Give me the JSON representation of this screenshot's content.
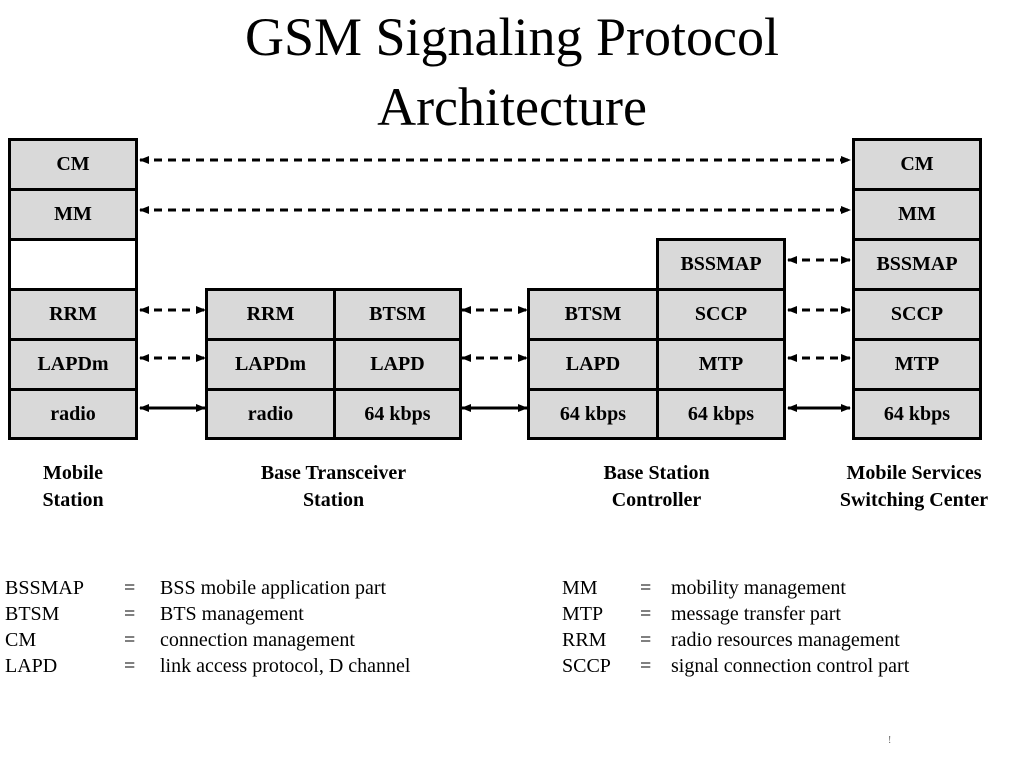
{
  "title": {
    "line1": "GSM Signaling Protocol",
    "line2": "Architecture"
  },
  "stacks": {
    "ms": {
      "cm": "CM",
      "mm": "MM",
      "empty": "",
      "rrm": "RRM",
      "lapdm": "LAPDm",
      "radio": "radio"
    },
    "bts_left": {
      "rrm": "RRM",
      "lapdm": "LAPDm",
      "radio": "radio"
    },
    "bts_right": {
      "btsm": "BTSM",
      "lapd": "LAPD",
      "kbps": "64 kbps"
    },
    "bsc_left": {
      "btsm": "BTSM",
      "lapd": "LAPD",
      "kbps": "64 kbps"
    },
    "bsc_right": {
      "bssmap": "BSSMAP",
      "sccp": "SCCP",
      "mtp": "MTP",
      "kbps": "64 kbps"
    },
    "msc": {
      "cm": "CM",
      "mm": "MM",
      "bssmap": "BSSMAP",
      "sccp": "SCCP",
      "mtp": "MTP",
      "kbps": "64 kbps"
    }
  },
  "nodes": {
    "ms": [
      "Mobile",
      "Station"
    ],
    "bts": [
      "Base Transceiver",
      "Station"
    ],
    "bsc": [
      "Base Station",
      "Controller"
    ],
    "msc": [
      "Mobile Services",
      "Switching Center"
    ]
  },
  "legend": {
    "left": [
      {
        "abbr": "BSSMAP",
        "eq": "=",
        "def": "BSS mobile application part"
      },
      {
        "abbr": "BTSM",
        "eq": "=",
        "def": "BTS management"
      },
      {
        "abbr": "CM",
        "eq": "=",
        "def": "connection management"
      },
      {
        "abbr": "LAPD",
        "eq": "=",
        "def": "link access protocol, D channel"
      }
    ],
    "right": [
      {
        "abbr": "MM",
        "eq": "=",
        "def": "mobility management"
      },
      {
        "abbr": "MTP",
        "eq": "=",
        "def": "message transfer part"
      },
      {
        "abbr": "RRM",
        "eq": "=",
        "def": "radio resources management"
      },
      {
        "abbr": "SCCP",
        "eq": "=",
        "def": "signal connection control part"
      }
    ]
  },
  "corner_mark": "!"
}
